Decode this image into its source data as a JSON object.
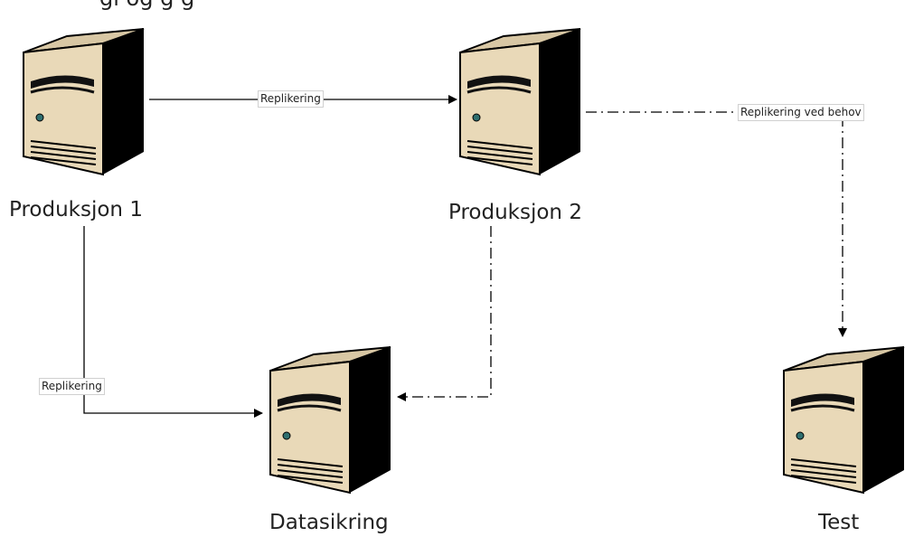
{
  "top_text": "gi og       g           g",
  "nodes": {
    "produksjon1": {
      "label": "Produksjon 1"
    },
    "produksjon2": {
      "label": "Produksjon 2"
    },
    "datasikring": {
      "label": "Datasikring"
    },
    "test": {
      "label": "Test"
    }
  },
  "edges": {
    "p1_p2": {
      "label": "Replikering",
      "style": "solid"
    },
    "p1_ds": {
      "label": "Replikering",
      "style": "solid"
    },
    "p2_test": {
      "label": "Replikering ved behov",
      "style": "dash-dot"
    },
    "p2_ds": {
      "label": "",
      "style": "dash-dot"
    }
  },
  "colors": {
    "server_front": "#e9d9b8",
    "server_side": "#000000",
    "server_outline": "#000000",
    "line": "#000000"
  }
}
